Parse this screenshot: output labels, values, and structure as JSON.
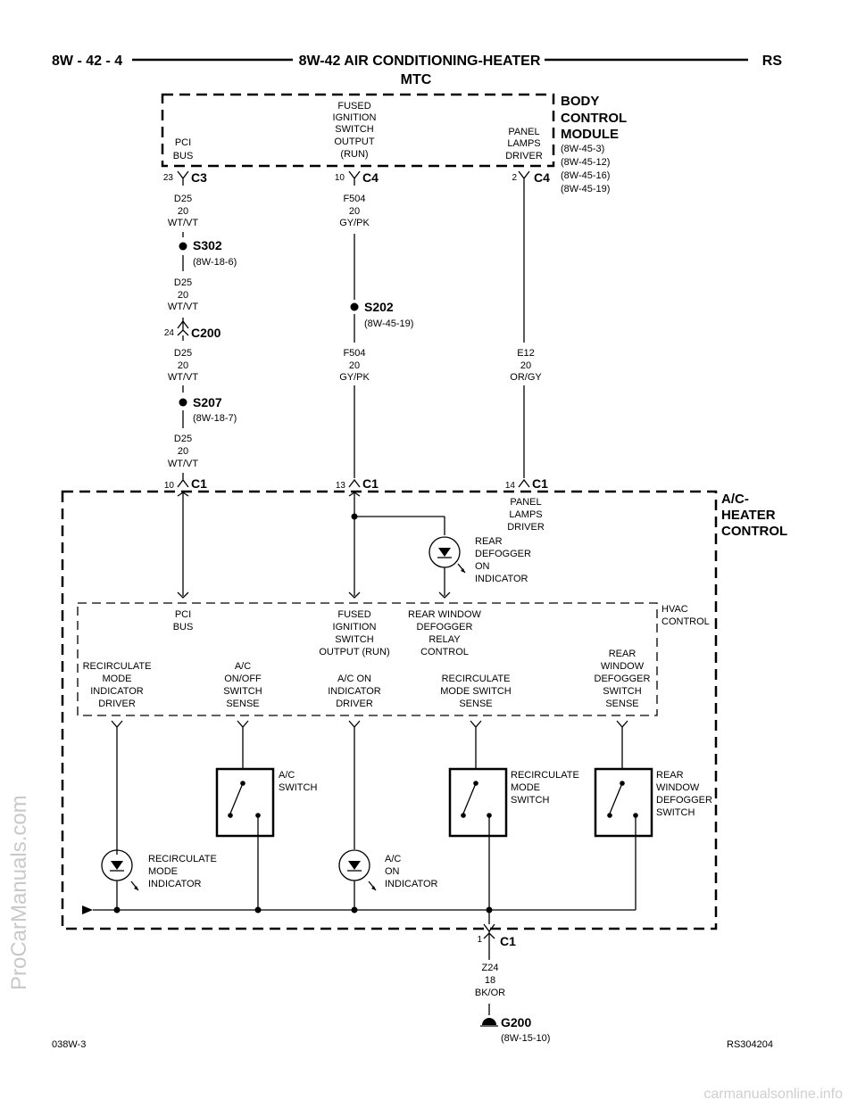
{
  "header": {
    "left": "8W - 42 - 4",
    "title_line1": "8W-42 AIR CONDITIONING-HEATER",
    "title_line2": "MTC",
    "right": "RS"
  },
  "bcm": {
    "name": [
      "BODY",
      "CONTROL",
      "MODULE"
    ],
    "refs": [
      "(8W-45-3)",
      "(8W-45-12)",
      "(8W-45-16)",
      "(8W-45-19)"
    ],
    "pins": {
      "pci": [
        "PCI",
        "BUS"
      ],
      "fused": [
        "FUSED",
        "IGNITION",
        "SWITCH",
        "OUTPUT",
        "(RUN)"
      ],
      "panel": [
        "PANEL",
        "LAMPS",
        "DRIVER"
      ]
    }
  },
  "connectors": {
    "c3": {
      "name": "C3",
      "pin": "23"
    },
    "c4a": {
      "name": "C4",
      "pin": "10"
    },
    "c4b": {
      "name": "C4",
      "pin": "2"
    },
    "c200": {
      "name": "C200",
      "pin": "24"
    },
    "c1a": {
      "name": "C1",
      "pin": "10"
    },
    "c1b": {
      "name": "C1",
      "pin": "13"
    },
    "c1c": {
      "name": "C1",
      "pin": "14"
    },
    "c1d": {
      "name": "C1",
      "pin": "1"
    }
  },
  "wires": {
    "d25": [
      "D25",
      "20",
      "WT/VT"
    ],
    "f504": [
      "F504",
      "20",
      "GY/PK"
    ],
    "e12": [
      "E12",
      "20",
      "OR/GY"
    ],
    "z24": [
      "Z24",
      "18",
      "BK/OR"
    ]
  },
  "splices": {
    "s302": {
      "name": "S302",
      "ref": "(8W-18-6)"
    },
    "s202": {
      "name": "S202",
      "ref": "(8W-45-19)"
    },
    "s207": {
      "name": "S207",
      "ref": "(8W-18-7)"
    }
  },
  "ground": {
    "name": "G200",
    "ref": "(8W-15-10)"
  },
  "control": {
    "name": [
      "A/C-",
      "HEATER",
      "CONTROL"
    ],
    "panel_pin": [
      "PANEL",
      "LAMPS",
      "DRIVER"
    ],
    "rear_defog_indicator": [
      "REAR",
      "DEFOGGER",
      "ON",
      "INDICATOR"
    ],
    "hvac": [
      "HVAC",
      "CONTROL"
    ],
    "hvac_top": {
      "pci": [
        "PCI",
        "BUS"
      ],
      "fused": [
        "FUSED",
        "IGNITION",
        "SWITCH",
        "OUTPUT (RUN)"
      ],
      "relay": [
        "REAR WINDOW",
        "DEFOGGER",
        "RELAY",
        "CONTROL"
      ]
    },
    "hvac_bottom": {
      "recirc_ind": [
        "RECIRCULATE",
        "MODE",
        "INDICATOR",
        "DRIVER"
      ],
      "ac_sense": [
        "A/C",
        "ON/OFF",
        "SWITCH",
        "SENSE"
      ],
      "ac_ind": [
        "A/C ON",
        "INDICATOR",
        "DRIVER"
      ],
      "recirc_sense": [
        "RECIRCULATE",
        "MODE SWITCH",
        "SENSE"
      ],
      "rear_sense": [
        "REAR",
        "WINDOW",
        "DEFOGGER",
        "SWITCH",
        "SENSE"
      ]
    },
    "ac_switch": [
      "A/C",
      "SWITCH"
    ],
    "recirc_switch": [
      "RECIRCULATE",
      "MODE",
      "SWITCH"
    ],
    "rear_switch": [
      "REAR",
      "WINDOW",
      "DEFOGGER",
      "SWITCH"
    ],
    "recirc_indicator": [
      "RECIRCULATE",
      "MODE",
      "INDICATOR"
    ],
    "ac_indicator": [
      "A/C",
      "ON",
      "INDICATOR"
    ]
  },
  "footer": {
    "left": "038W-3",
    "right": "RS304204"
  },
  "watermarks": {
    "side": "ProCarManuals.com",
    "bottom": "carmanualsonline.info"
  }
}
